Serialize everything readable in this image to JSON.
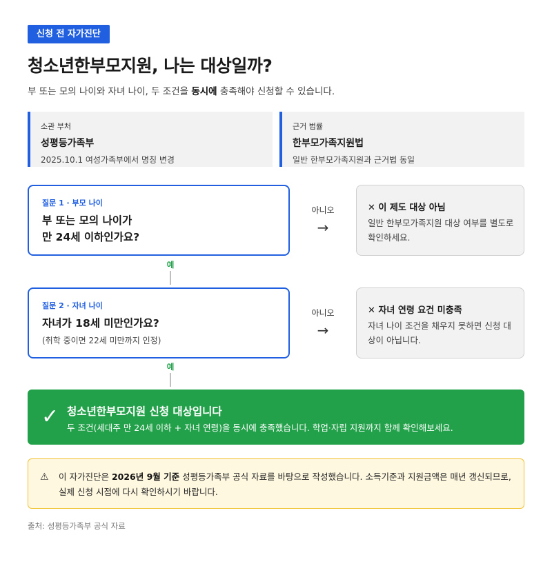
{
  "header": {
    "badge": "신청 전 자가진단",
    "title": "청소년한부모지원, 나는 대상일까?",
    "subtitle_prefix": "부 또는 모의 나이와 자녀 나이, 두 조건을 ",
    "subtitle_bold": "동시에",
    "subtitle_suffix": " 충족해야 신청할 수 있습니다."
  },
  "info": [
    {
      "label": "소관 부처",
      "value": "성평등가족부",
      "note": "2025.10.1 여성가족부에서 명칭 변경"
    },
    {
      "label": "근거 법률",
      "value": "한부모가족지원법",
      "note": "일반 한부모가족지원과 근거법 동일"
    }
  ],
  "questions": [
    {
      "label": "질문 1 · 부모 나이",
      "line1": "부 또는 모의 나이가",
      "line2": "만 24세 이하인가요?",
      "note": ""
    },
    {
      "label": "질문 2 · 자녀 나이",
      "line1": "자녀가 18세 미만인가요?",
      "line2": "",
      "note": "(취학 중이면 22세 미만까지 인정)"
    }
  ],
  "branches": [
    {
      "no_label": "아니오",
      "arrow": "→",
      "title": "✕ 이 제도 대상 아님",
      "desc": "일반 한부모가족지원 대상 여부를 별도로 확인하세요."
    },
    {
      "no_label": "아니오",
      "arrow": "→",
      "title": "✕ 자녀 연령 요건 미충족",
      "desc": "자녀 나이 조건을 채우지 못하면 신청 대상이 아닙니다."
    }
  ],
  "yes_label": "예",
  "success": {
    "check": "✓",
    "title": "청소년한부모지원 신청 대상입니다",
    "desc": "두 조건(세대주 만 24세 이하 + 자녀 연령)을 동시에 충족했습니다. 학업·자립 지원까지 함께 확인해보세요."
  },
  "warning": {
    "icon": "⚠",
    "prefix": "이 자가진단은 ",
    "bold": "2026년 9월 기준",
    "suffix": " 성평등가족부 공식 자료를 바탕으로 작성했습니다. 소득기준과 지원금액은 매년 갱신되므로, 실제 신청 시점에 다시 확인하시기 바랍니다."
  },
  "source": "출처: 성평등가족부 공식 자료",
  "colors": {
    "accent": "#1f5fe0",
    "success": "#23a14a",
    "warning_bg": "#fff8e1",
    "warning_border": "#f2c230"
  }
}
